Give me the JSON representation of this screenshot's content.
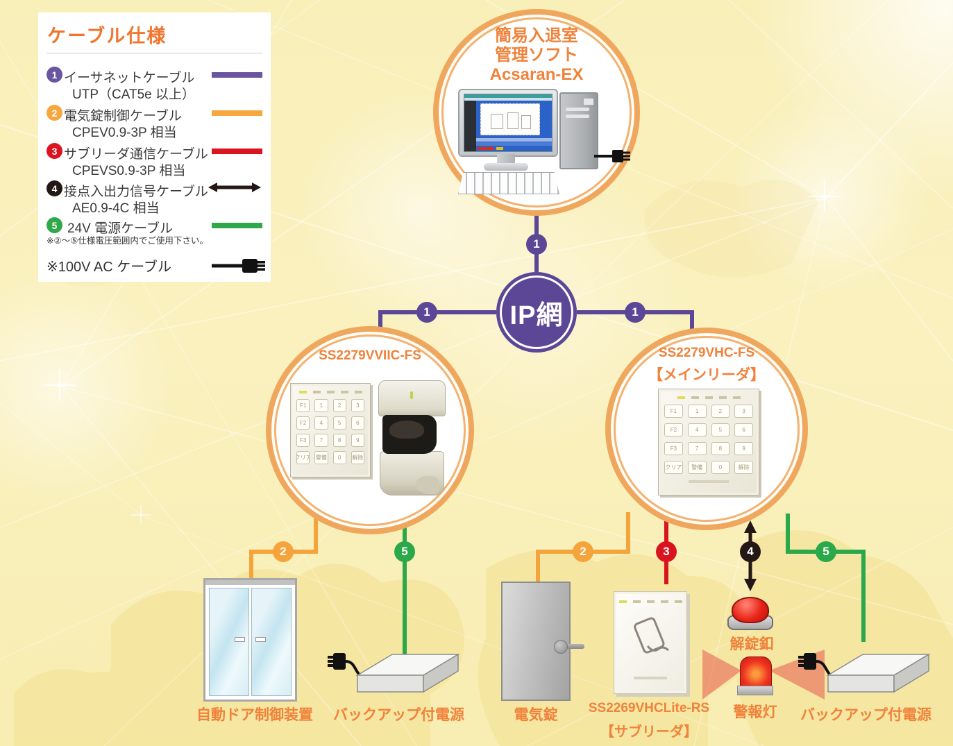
{
  "colors": {
    "purple": "#5b4795",
    "orange": "#f5a43c",
    "red": "#da141f",
    "black": "#231815",
    "green": "#2ba84a",
    "label_orange": "#f0823a",
    "circle_ring": "#efa75d"
  },
  "legend": {
    "title": "ケーブル仕様",
    "items": [
      {
        "num": "1",
        "name": "イーサネットケーブル",
        "spec": "UTP（CAT5e 以上）"
      },
      {
        "num": "2",
        "name": "電気錠制御ケーブル",
        "spec": "CPEV0.9-3P 相当"
      },
      {
        "num": "3",
        "name": "サブリーダ通信ケーブル",
        "spec": "CPEVS0.9-3P 相当"
      },
      {
        "num": "4",
        "name": "接点入出力信号ケーブル",
        "spec": "AE0.9-4C 相当"
      },
      {
        "num": "5",
        "name": "24V 電源ケーブル",
        "spec": ""
      }
    ],
    "note": "※②～⑤仕様電圧範囲内でご使用下さい。",
    "ac_label": "※100V AC ケーブル"
  },
  "software_node": {
    "title_line1": "簡易入退室",
    "title_line2": "管理ソフト",
    "title_line3": "Acsaran-EX"
  },
  "ip_node": {
    "label": "IP網"
  },
  "left_reader": {
    "model": "SS2279VVIIC-FS"
  },
  "main_reader": {
    "model": "SS2279VHC-FS",
    "role": "【メインリーダ】"
  },
  "sub_reader": {
    "model": "SS2269VHCLite-RS",
    "role": "【サブリーダ】"
  },
  "labels": {
    "auto_door": "自動ドア制御装置",
    "backup_psu_left": "バックアップ付電源",
    "electric_lock": "電気錠",
    "unlock_button": "解錠釦",
    "alarm_light": "警報灯",
    "backup_psu_right": "バックアップ付電源"
  },
  "connectors": {
    "pc_to_ip": "1",
    "ip_to_left": "1",
    "ip_to_right": "1",
    "left_door_cable": "2",
    "left_power_cable": "5",
    "right_lock_cable": "2",
    "sub_reader_cable": "3",
    "contact_io_cable": "4",
    "right_power_cable": "5"
  },
  "keypad": {
    "keys": [
      "F1",
      "1",
      "2",
      "3",
      "F2",
      "4",
      "5",
      "6",
      "F3",
      "7",
      "8",
      "9",
      "クリア",
      "警備",
      "0",
      "解除"
    ]
  }
}
